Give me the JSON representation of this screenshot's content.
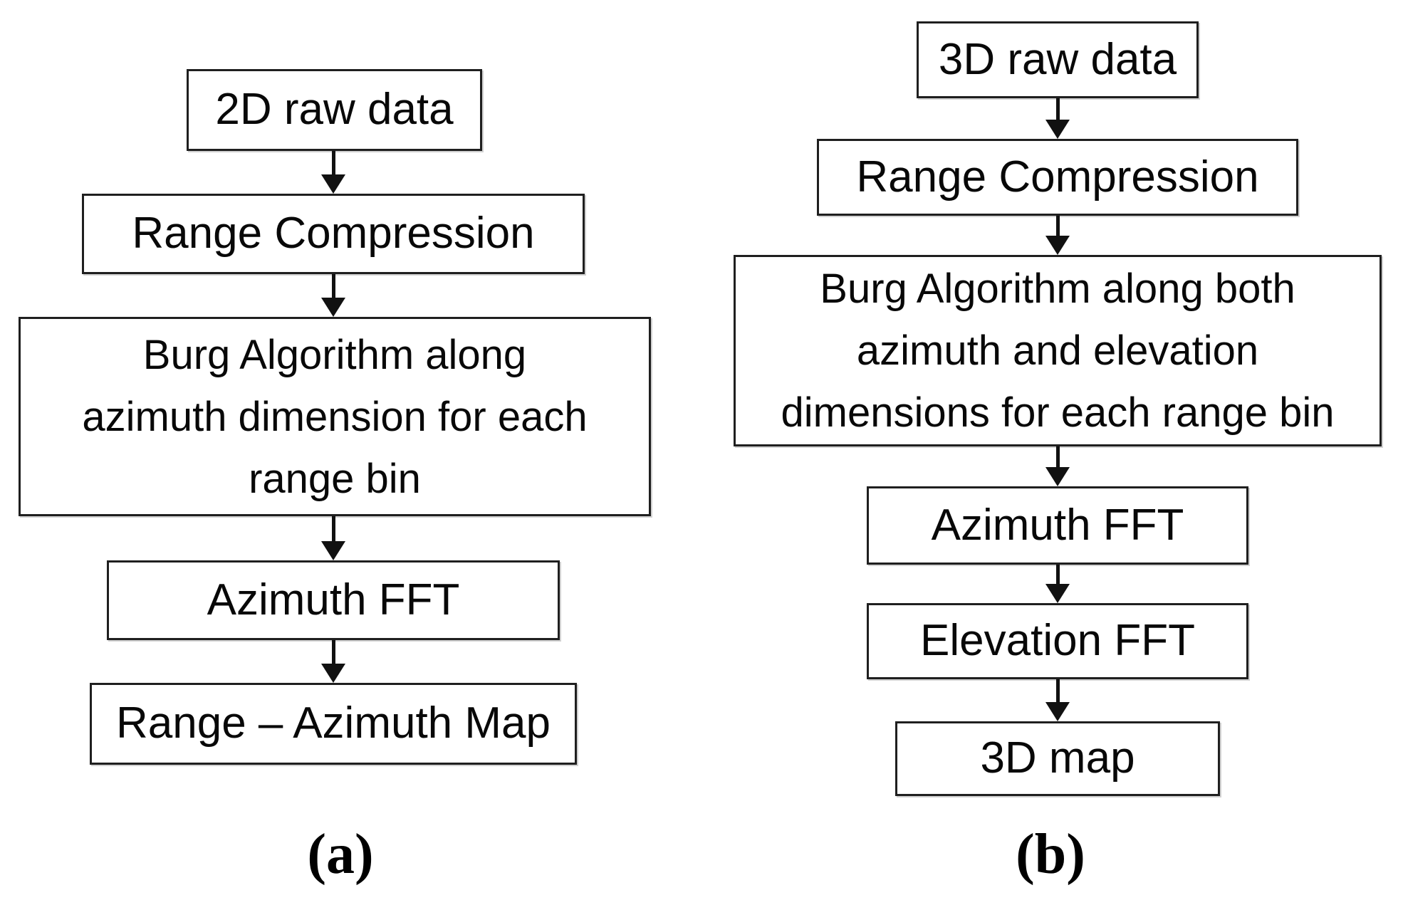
{
  "figure": {
    "background_color": "#ffffff",
    "box_border_color": "#1f1f1f",
    "text_color": "#080808",
    "diagram_a": {
      "caption": "(a)",
      "boxes": {
        "raw_data": "2D raw data",
        "range_compression": "Range Compression",
        "burg": [
          "Burg Algorithm along",
          "azimuth dimension for each",
          "range bin"
        ],
        "azimuth_fft": "Azimuth FFT",
        "output": "Range – Azimuth Map"
      }
    },
    "diagram_b": {
      "caption": "(b)",
      "boxes": {
        "raw_data": "3D raw data",
        "range_compression": "Range Compression",
        "burg": [
          "Burg Algorithm along both",
          "azimuth and elevation",
          "dimensions for each range bin"
        ],
        "azimuth_fft": "Azimuth FFT",
        "elevation_fft": "Elevation FFT",
        "output": "3D map"
      }
    }
  }
}
